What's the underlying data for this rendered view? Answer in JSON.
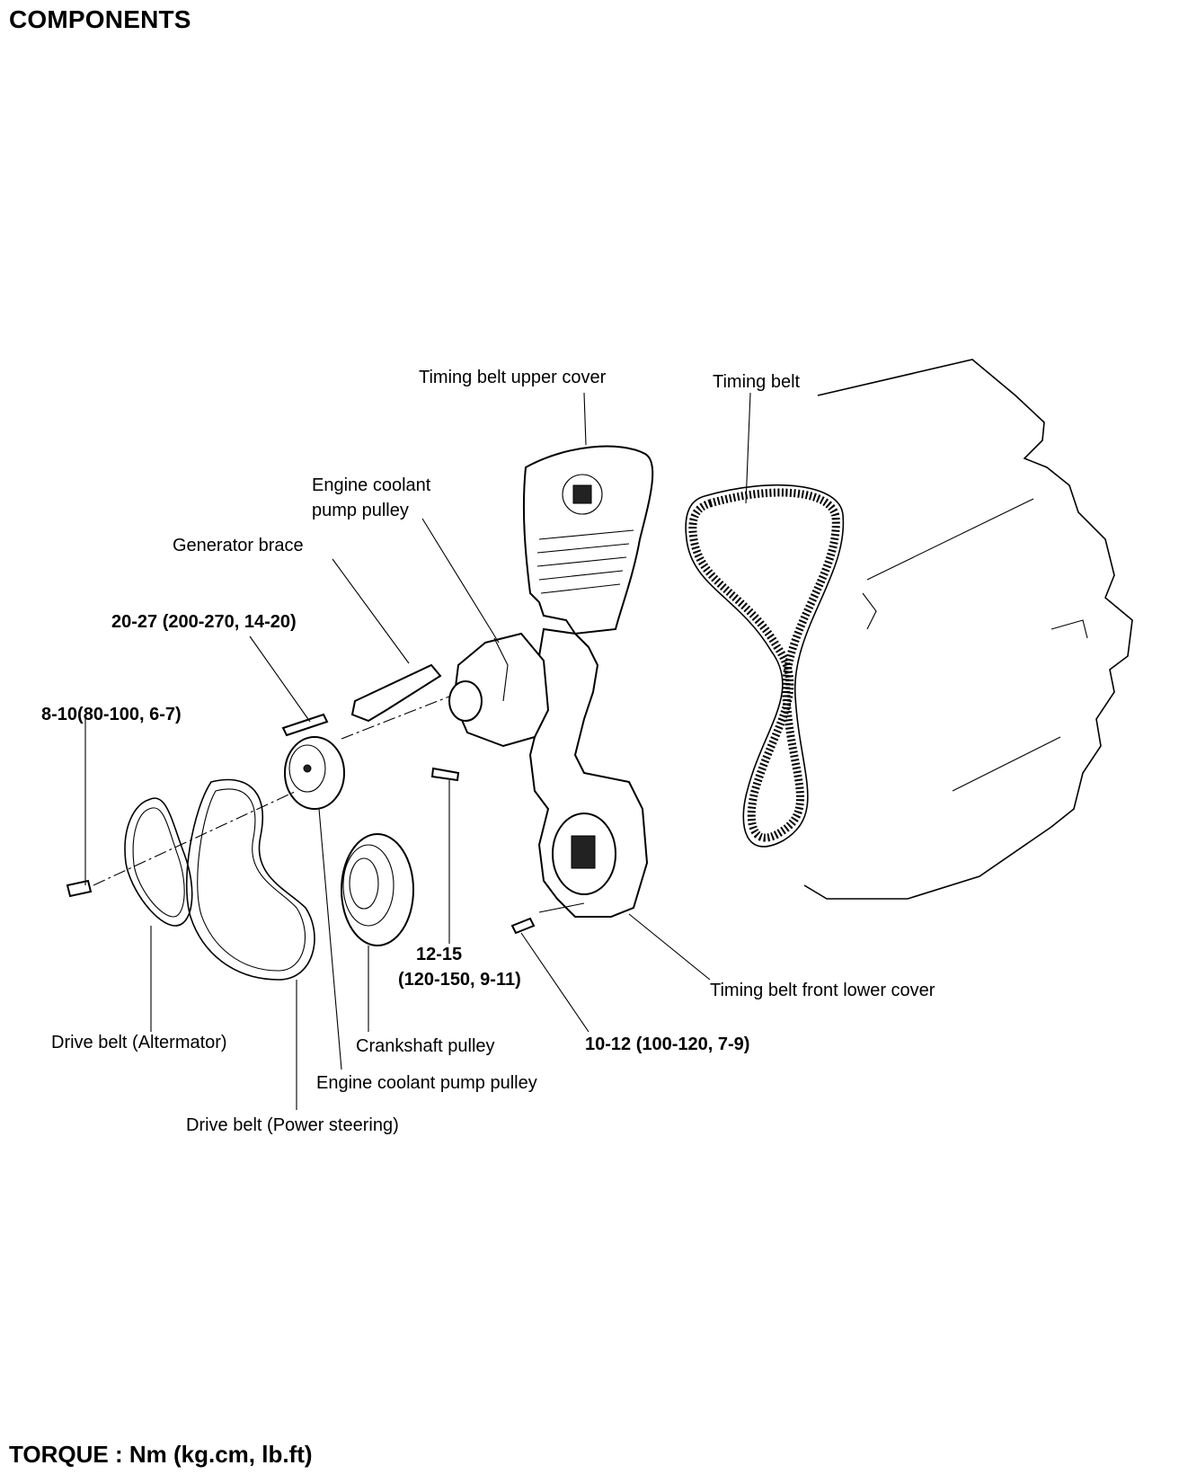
{
  "page": {
    "heading": "COMPONENTS",
    "footer": "TORQUE : Nm (kg.cm, lb.ft)"
  },
  "labels": {
    "timing_belt_upper_cover": "Timing belt upper cover",
    "timing_belt": "Timing belt",
    "engine_coolant_pump_pulley_top_line1": "Engine coolant",
    "engine_coolant_pump_pulley_top_line2": "pump pulley",
    "generator_brace": "Generator brace",
    "torque_brace_bolt": "20-27 (200-270, 14-20)",
    "torque_pulley_bolt": "8-10(80-100, 6-7)",
    "torque_cover_bolt_line1": "12-15",
    "torque_cover_bolt_line2": "(120-150, 9-11)",
    "timing_belt_front_lower_cover": "Timing belt front lower cover",
    "drive_belt_alternator": "Drive belt (Altermator)",
    "crankshaft_pulley": "Crankshaft pulley",
    "torque_lower_bolt": "10-12 (100-120, 7-9)",
    "engine_coolant_pump_pulley_bottom": "Engine coolant pump pulley",
    "drive_belt_power_steering": "Drive belt (Power steering)"
  }
}
